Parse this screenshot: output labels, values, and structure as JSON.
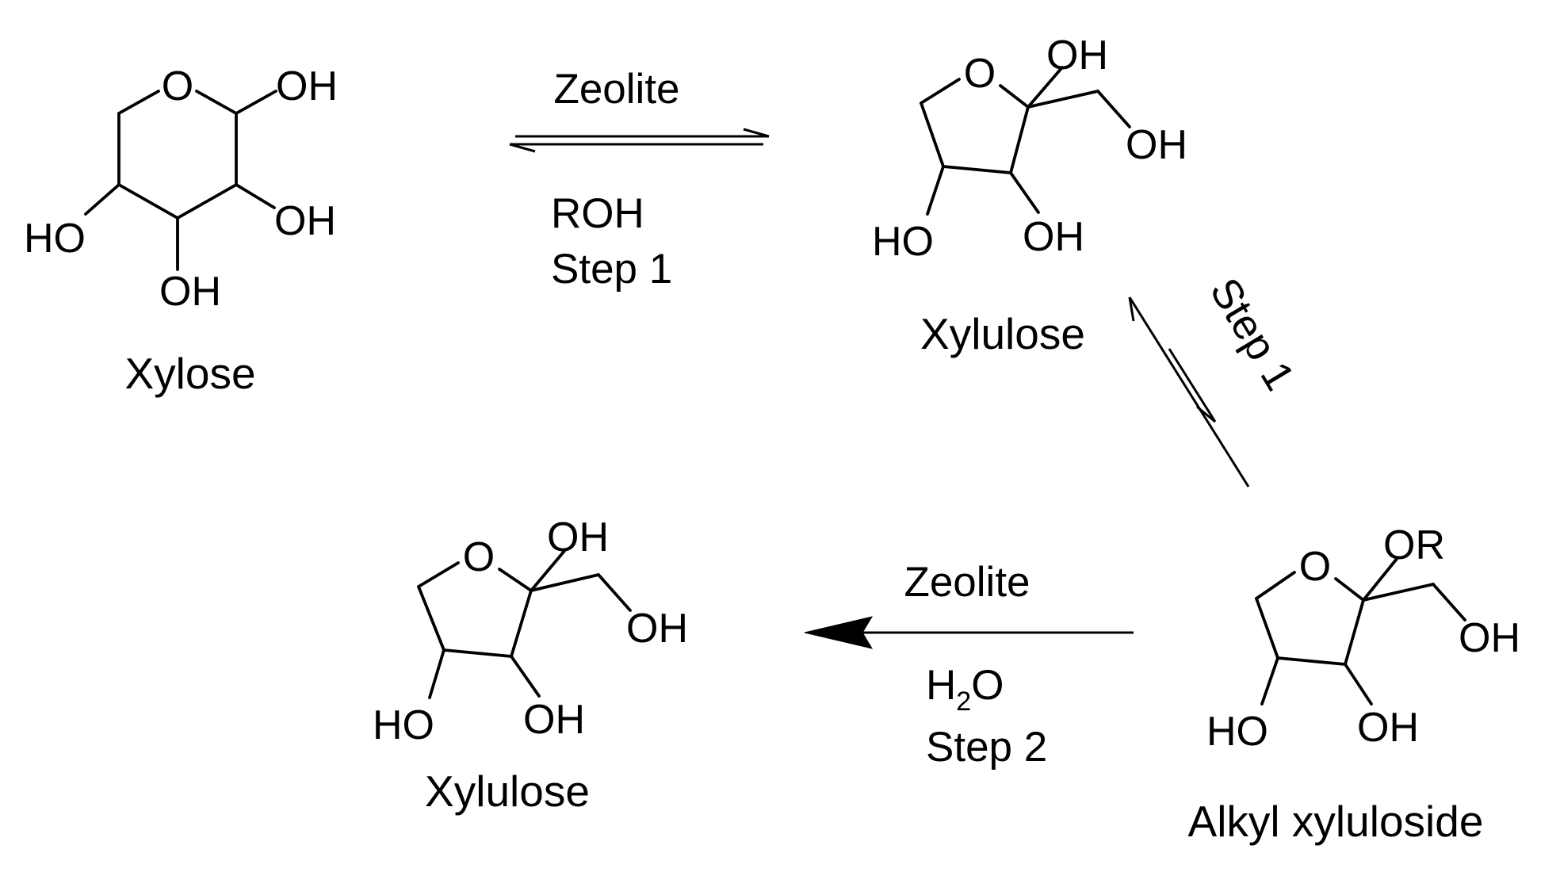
{
  "compounds": {
    "xylose": {
      "name": "Xylose",
      "atoms": {
        "ring_o": "O",
        "oh_anomeric": "OH",
        "oh_c2": "OH",
        "oh_c3": "OH",
        "oh_c4": "HO"
      }
    },
    "xylulose_top": {
      "name": "Xylulose",
      "atoms": {
        "ring_o": "O",
        "oh_anomeric": "OH",
        "oh_ch2": "OH",
        "oh_c3": "OH",
        "oh_c4": "HO"
      }
    },
    "alkyl_xyluloside": {
      "name": "Alkyl xyluloside",
      "atoms": {
        "ring_o": "O",
        "or_anomeric": "OR",
        "oh_ch2": "OH",
        "oh_c3": "OH",
        "oh_c4": "HO"
      }
    },
    "xylulose_bottom": {
      "name": "Xylulose",
      "atoms": {
        "ring_o": "O",
        "oh_anomeric": "OH",
        "oh_ch2": "OH",
        "oh_c3": "OH",
        "oh_c4": "HO"
      }
    }
  },
  "arrows": {
    "top_equilibrium": {
      "above": "Zeolite",
      "below_line1": "ROH",
      "below_line2": "Step 1"
    },
    "diagonal_equilibrium": {
      "label": "Step 1"
    },
    "bottom_reaction": {
      "above": "Zeolite",
      "below_line1_main": "H",
      "below_line1_sub": "2",
      "below_line1_tail": "O",
      "below_line2": "Step 2"
    }
  }
}
